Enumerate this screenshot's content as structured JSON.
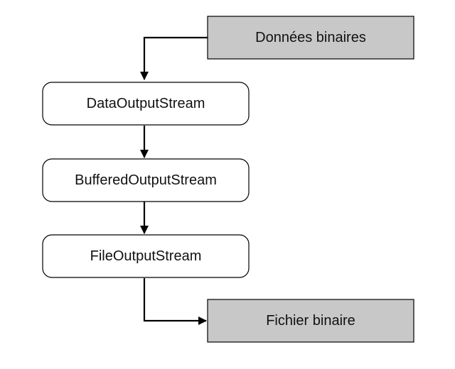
{
  "source": {
    "label": "Données binaires"
  },
  "streams": [
    {
      "label": "DataOutputStream"
    },
    {
      "label": "BufferedOutputStream"
    },
    {
      "label": "FileOutputStream"
    }
  ],
  "sink": {
    "label": "Fichier binaire"
  },
  "colors": {
    "terminal_fill": "#c8c8c8",
    "stream_fill": "#ffffff",
    "stroke": "#000000"
  }
}
